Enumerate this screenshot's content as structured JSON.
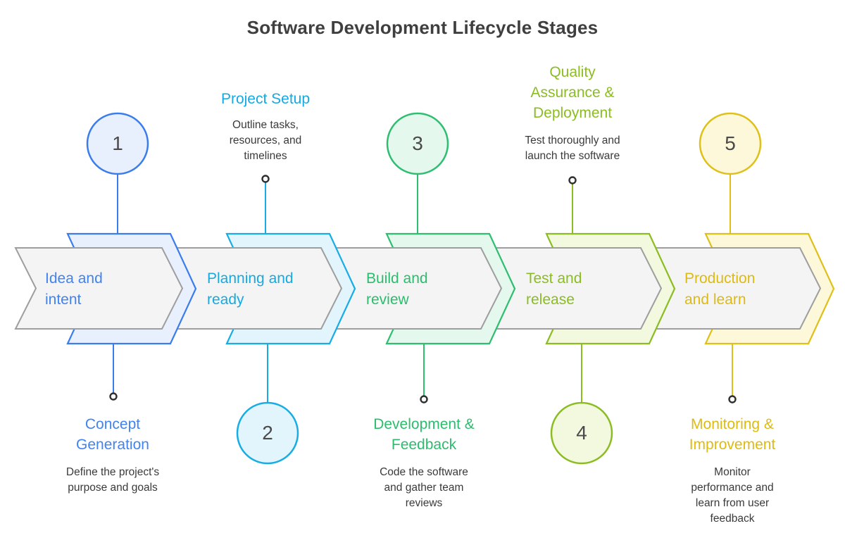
{
  "title": "Software Development Lifecycle Stages",
  "palette": {
    "stage1_blue": {
      "stroke": "#3b7cec",
      "fill": "#e8f0fe",
      "text": "#4183f0"
    },
    "stage2_cyan": {
      "stroke": "#17ade4",
      "fill": "#e2f5fc",
      "text": "#17a9e0"
    },
    "stage3_green": {
      "stroke": "#2dbe70",
      "fill": "#e5f8ee",
      "text": "#2bbd6d"
    },
    "stage4_lime": {
      "stroke": "#8bbd22",
      "fill": "#f3f9de",
      "text": "#8bbd22"
    },
    "stage5_gold": {
      "stroke": "#dfc019",
      "fill": "#fdf8da",
      "text": "#ddbb12"
    },
    "arrow_body_fill": "#f4f4f4",
    "arrow_body_stroke": "#9e9e9e",
    "description_text": "#3a3a3a",
    "title_text": "#3f3f3f"
  },
  "stages": [
    {
      "number": "1",
      "arrow_label": "Idea and intent",
      "callout_title": "Concept Generation",
      "callout_desc": "Define the project's purpose and goals",
      "callout_position": "below"
    },
    {
      "number": "2",
      "arrow_label": "Planning and ready",
      "callout_title": "Project Setup",
      "callout_desc": "Outline tasks, resources, and timelines",
      "callout_position": "above"
    },
    {
      "number": "3",
      "arrow_label": "Build and review",
      "callout_title": "Development & Feedback",
      "callout_desc": "Code the software and gather team reviews",
      "callout_position": "below"
    },
    {
      "number": "4",
      "arrow_label": "Test and release",
      "callout_title": "Quality Assurance & Deployment",
      "callout_desc": "Test thoroughly and launch the software",
      "callout_position": "above"
    },
    {
      "number": "5",
      "arrow_label": "Production and learn",
      "callout_title": "Monitoring & Improvement",
      "callout_desc": "Monitor performance and learn from user feedback",
      "callout_position": "below"
    }
  ]
}
